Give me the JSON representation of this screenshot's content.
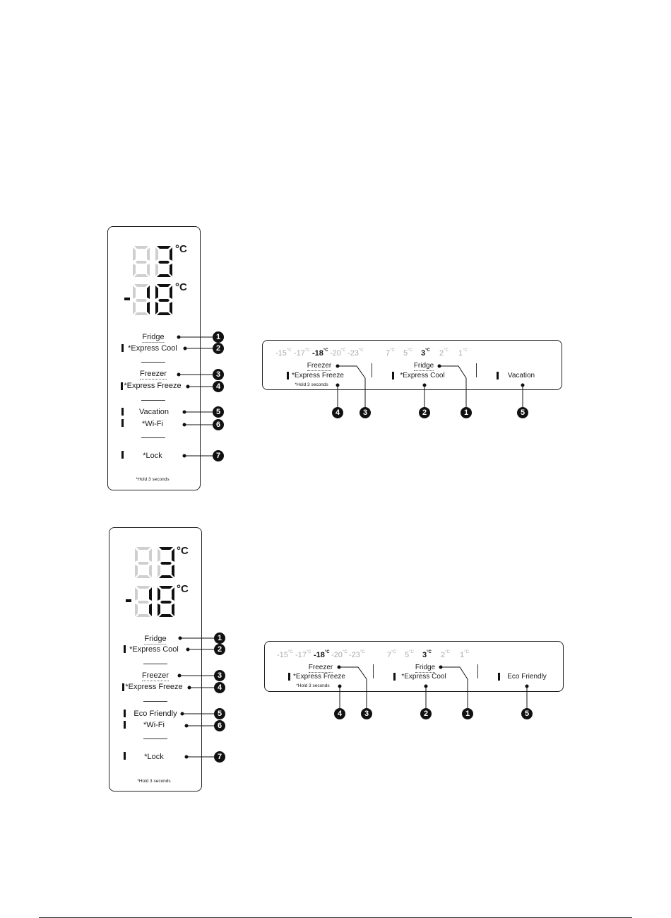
{
  "panel1": {
    "display1_unit": "°C",
    "display2_unit": "°C",
    "labels": {
      "fridge": "Fridge",
      "express_cool": "*Express Cool",
      "freezer": "Freezer",
      "express_freeze": "*Express Freeze",
      "mode": "Vacation",
      "wifi": "*Wi-Fi",
      "lock": "*Lock"
    },
    "hold_note": "*Hold 3 seconds",
    "badges": [
      "1",
      "2",
      "3",
      "4",
      "5",
      "6",
      "7"
    ]
  },
  "strip1": {
    "freezer_temps": [
      "-15",
      "-17",
      "-18",
      "-20",
      "-23"
    ],
    "fridge_temps": [
      "7",
      "5",
      "3",
      "2",
      "1"
    ],
    "temp_unit": "°C",
    "labels": {
      "freezer": "Freezer",
      "express_freeze": "*Express Freeze",
      "hold_note": "*Hold 3 seconds",
      "fridge": "Fridge",
      "express_cool": "*Express Cool",
      "mode": "Vacation"
    },
    "badges": [
      "4",
      "3",
      "2",
      "1",
      "5"
    ]
  },
  "panel2": {
    "display1_unit": "°C",
    "display2_unit": "°C",
    "labels": {
      "fridge": "Fridge",
      "express_cool": "*Express Cool",
      "freezer": "Freezer",
      "express_freeze": "*Express Freeze",
      "mode": "Eco Friendly",
      "wifi": "*Wi-Fi",
      "lock": "*Lock"
    },
    "hold_note": "*Hold 3 seconds",
    "badges": [
      "1",
      "2",
      "3",
      "4",
      "5",
      "6",
      "7"
    ]
  },
  "strip2": {
    "freezer_temps": [
      "-15",
      "-17",
      "-18",
      "-20",
      "-23"
    ],
    "fridge_temps": [
      "7",
      "5",
      "3",
      "2",
      "1"
    ],
    "temp_unit": "°C",
    "labels": {
      "freezer": "Freezer",
      "express_freeze": "*Express Freeze",
      "hold_note": "*Hold 3 seconds",
      "fridge": "Fridge",
      "express_cool": "*Express Cool",
      "mode": "Eco Friendly"
    },
    "badges": [
      "4",
      "3",
      "2",
      "1",
      "5"
    ]
  }
}
